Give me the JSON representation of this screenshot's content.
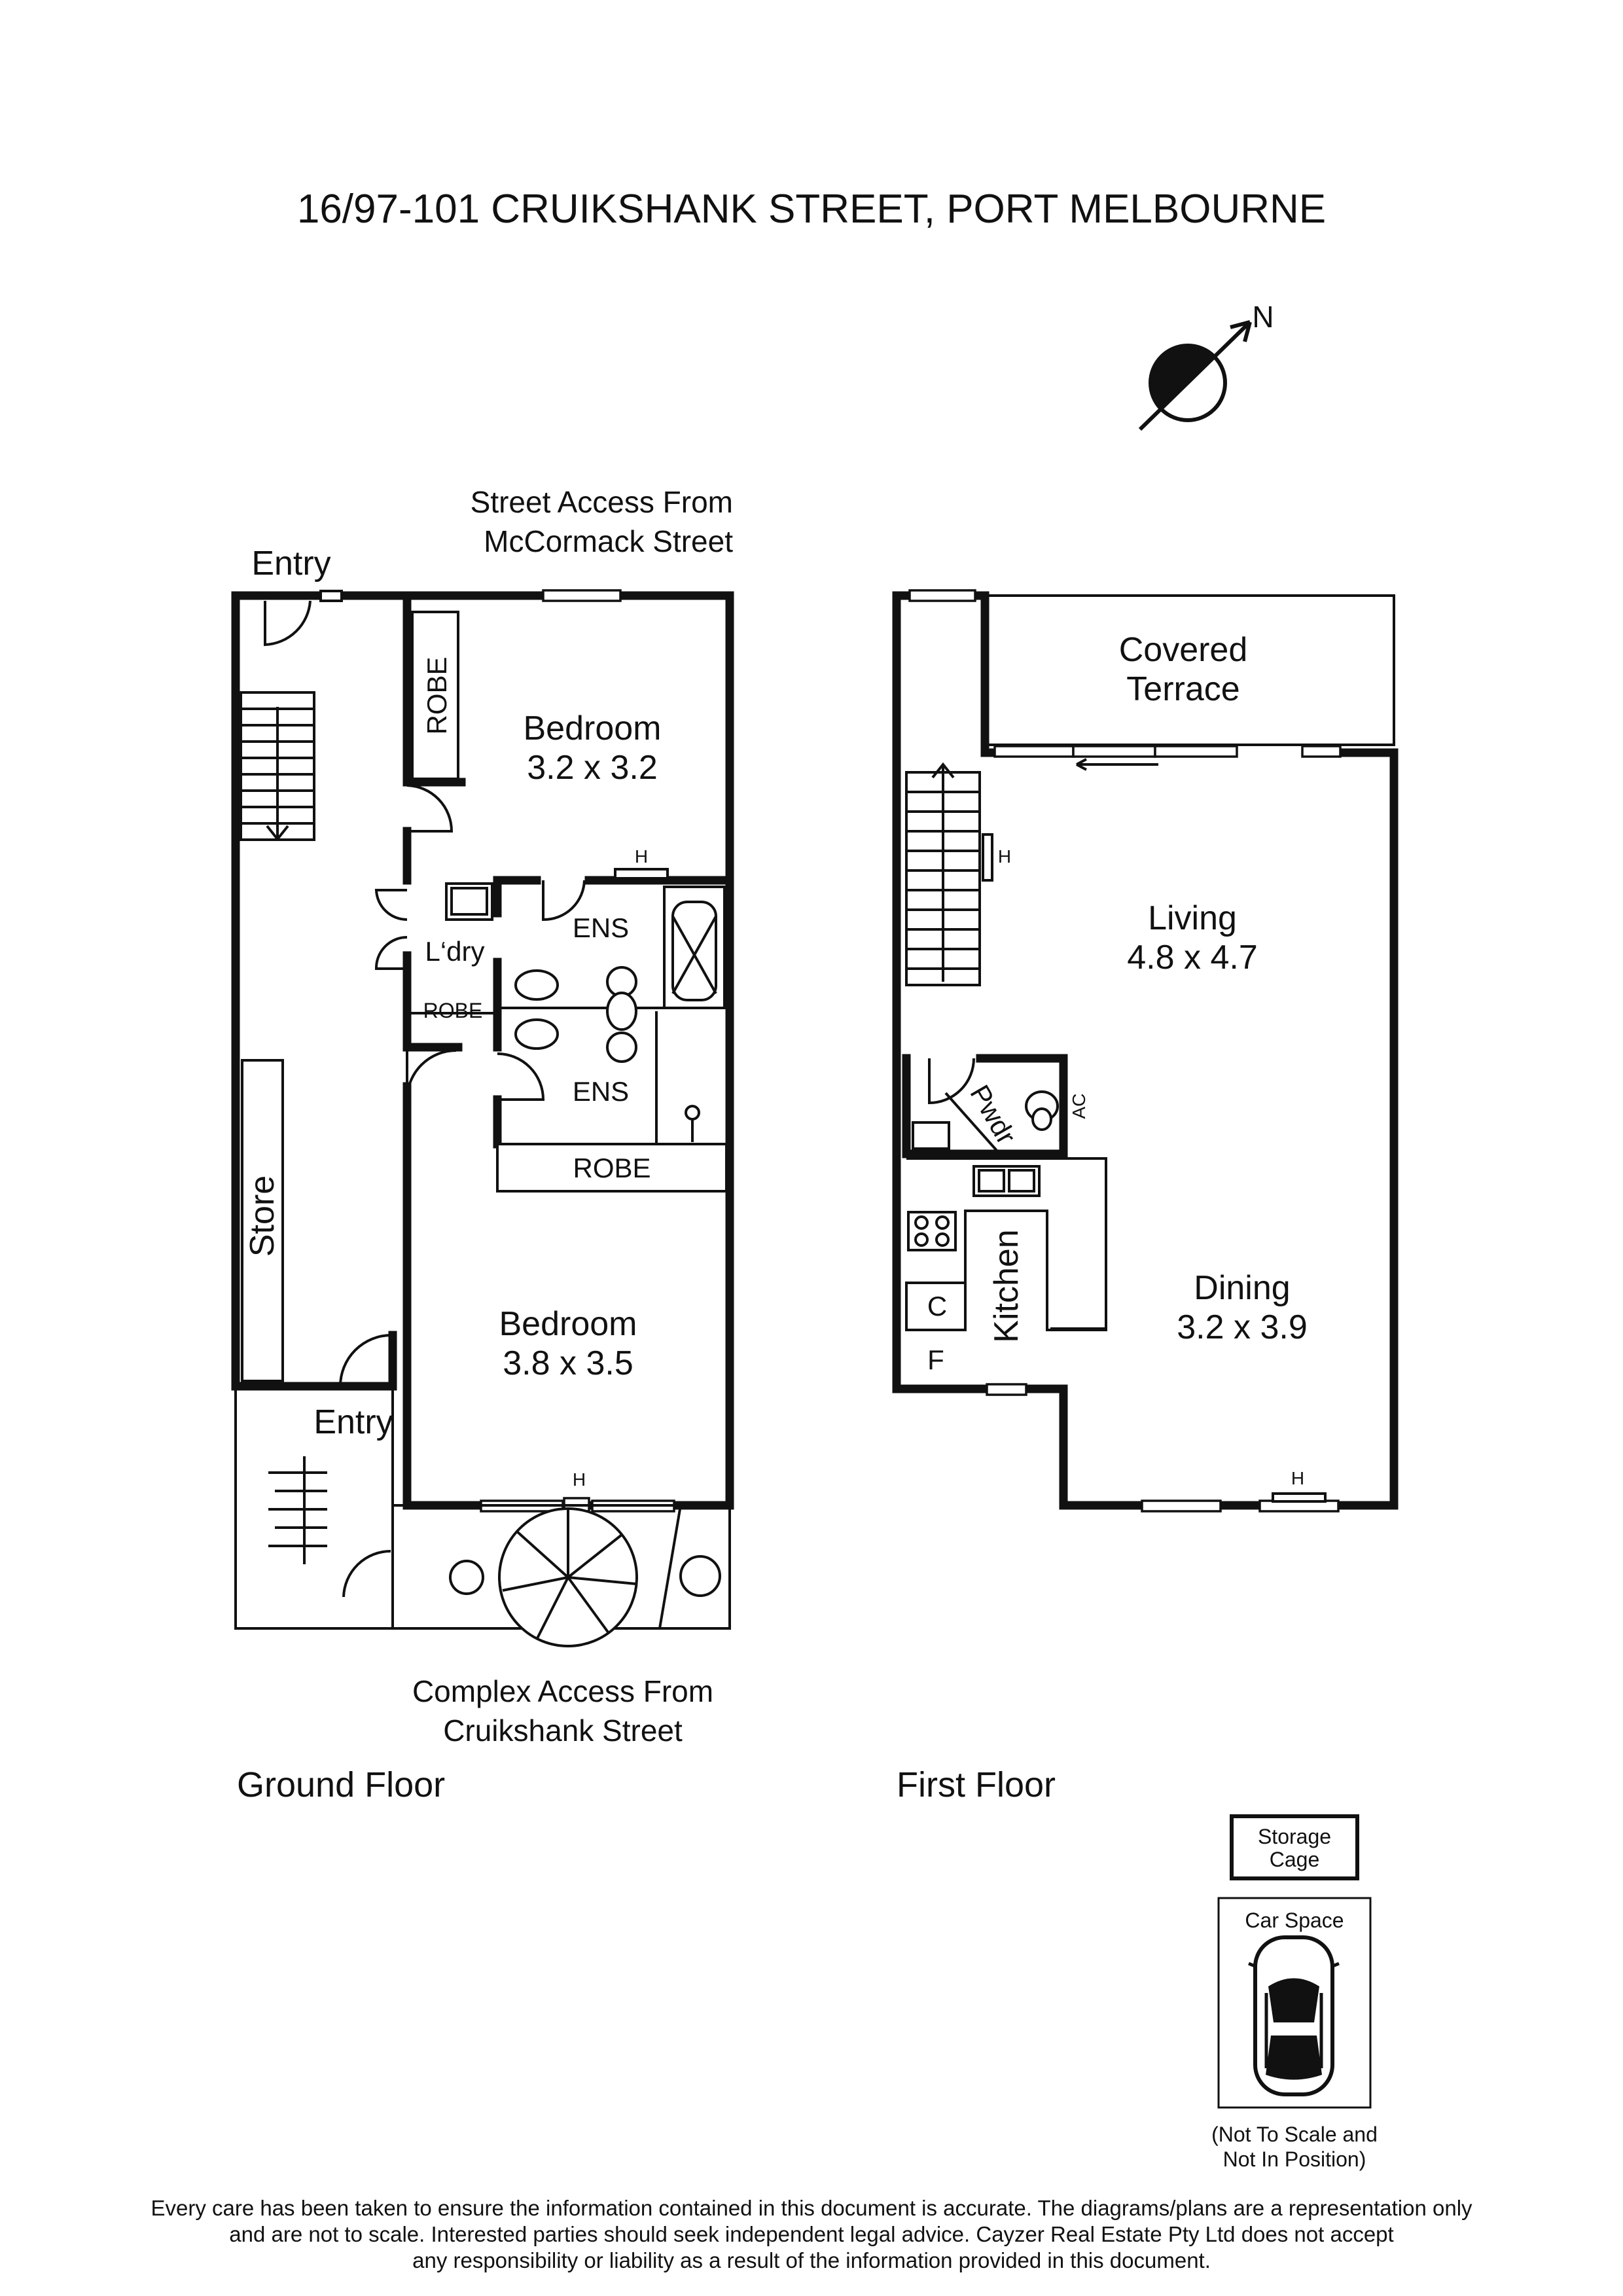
{
  "title": "16/97-101 CRUIKSHANK STREET, PORT MELBOURNE",
  "north_label": "N",
  "access": {
    "street_line1": "Street Access From",
    "street_line2": "McCormack Street",
    "complex_line1": "Complex Access From",
    "complex_line2": "Cruikshank Street"
  },
  "ground_floor": {
    "label": "Ground Floor",
    "entry_top": "Entry",
    "entry_bottom": "Entry",
    "robe_top": "ROBE",
    "bedroom1_name": "Bedroom",
    "bedroom1_size": "3.2 x 3.2",
    "heater_mark_1": "H",
    "laundry": "L‘dry",
    "ensuite_1": "ENS",
    "robe_small": "ROBE",
    "ensuite_2": "ENS",
    "robe_long": "ROBE",
    "store": "Store",
    "bedroom2_name": "Bedroom",
    "bedroom2_size": "3.8 x 3.5",
    "heater_mark_2": "H"
  },
  "first_floor": {
    "label": "First Floor",
    "terrace_line1": "Covered",
    "terrace_line2": "Terrace",
    "heater_mark_stair": "H",
    "living_name": "Living",
    "living_size": "4.8 x 4.7",
    "powder": "Pwdr",
    "ac": "AC",
    "kitchen": "Kitchen",
    "cupboard": "C",
    "fridge": "F",
    "dining_name": "Dining",
    "dining_size": "3.2 x 3.9",
    "heater_mark_dining": "H"
  },
  "extras": {
    "storage_line1": "Storage",
    "storage_line2": "Cage",
    "car_space": "Car Space",
    "note_line1": "(Not To Scale and",
    "note_line2": "Not In Position)"
  },
  "disclaimer": {
    "line1": "Every care has been taken to ensure the information contained in this document is accurate. The diagrams/plans are a representation only",
    "line2": "and are not to scale. Interested parties should seek independent legal advice. Cayzer Real Estate Pty Ltd does not accept",
    "line3": "any responsibility or liability as a result of the information provided in this document."
  }
}
